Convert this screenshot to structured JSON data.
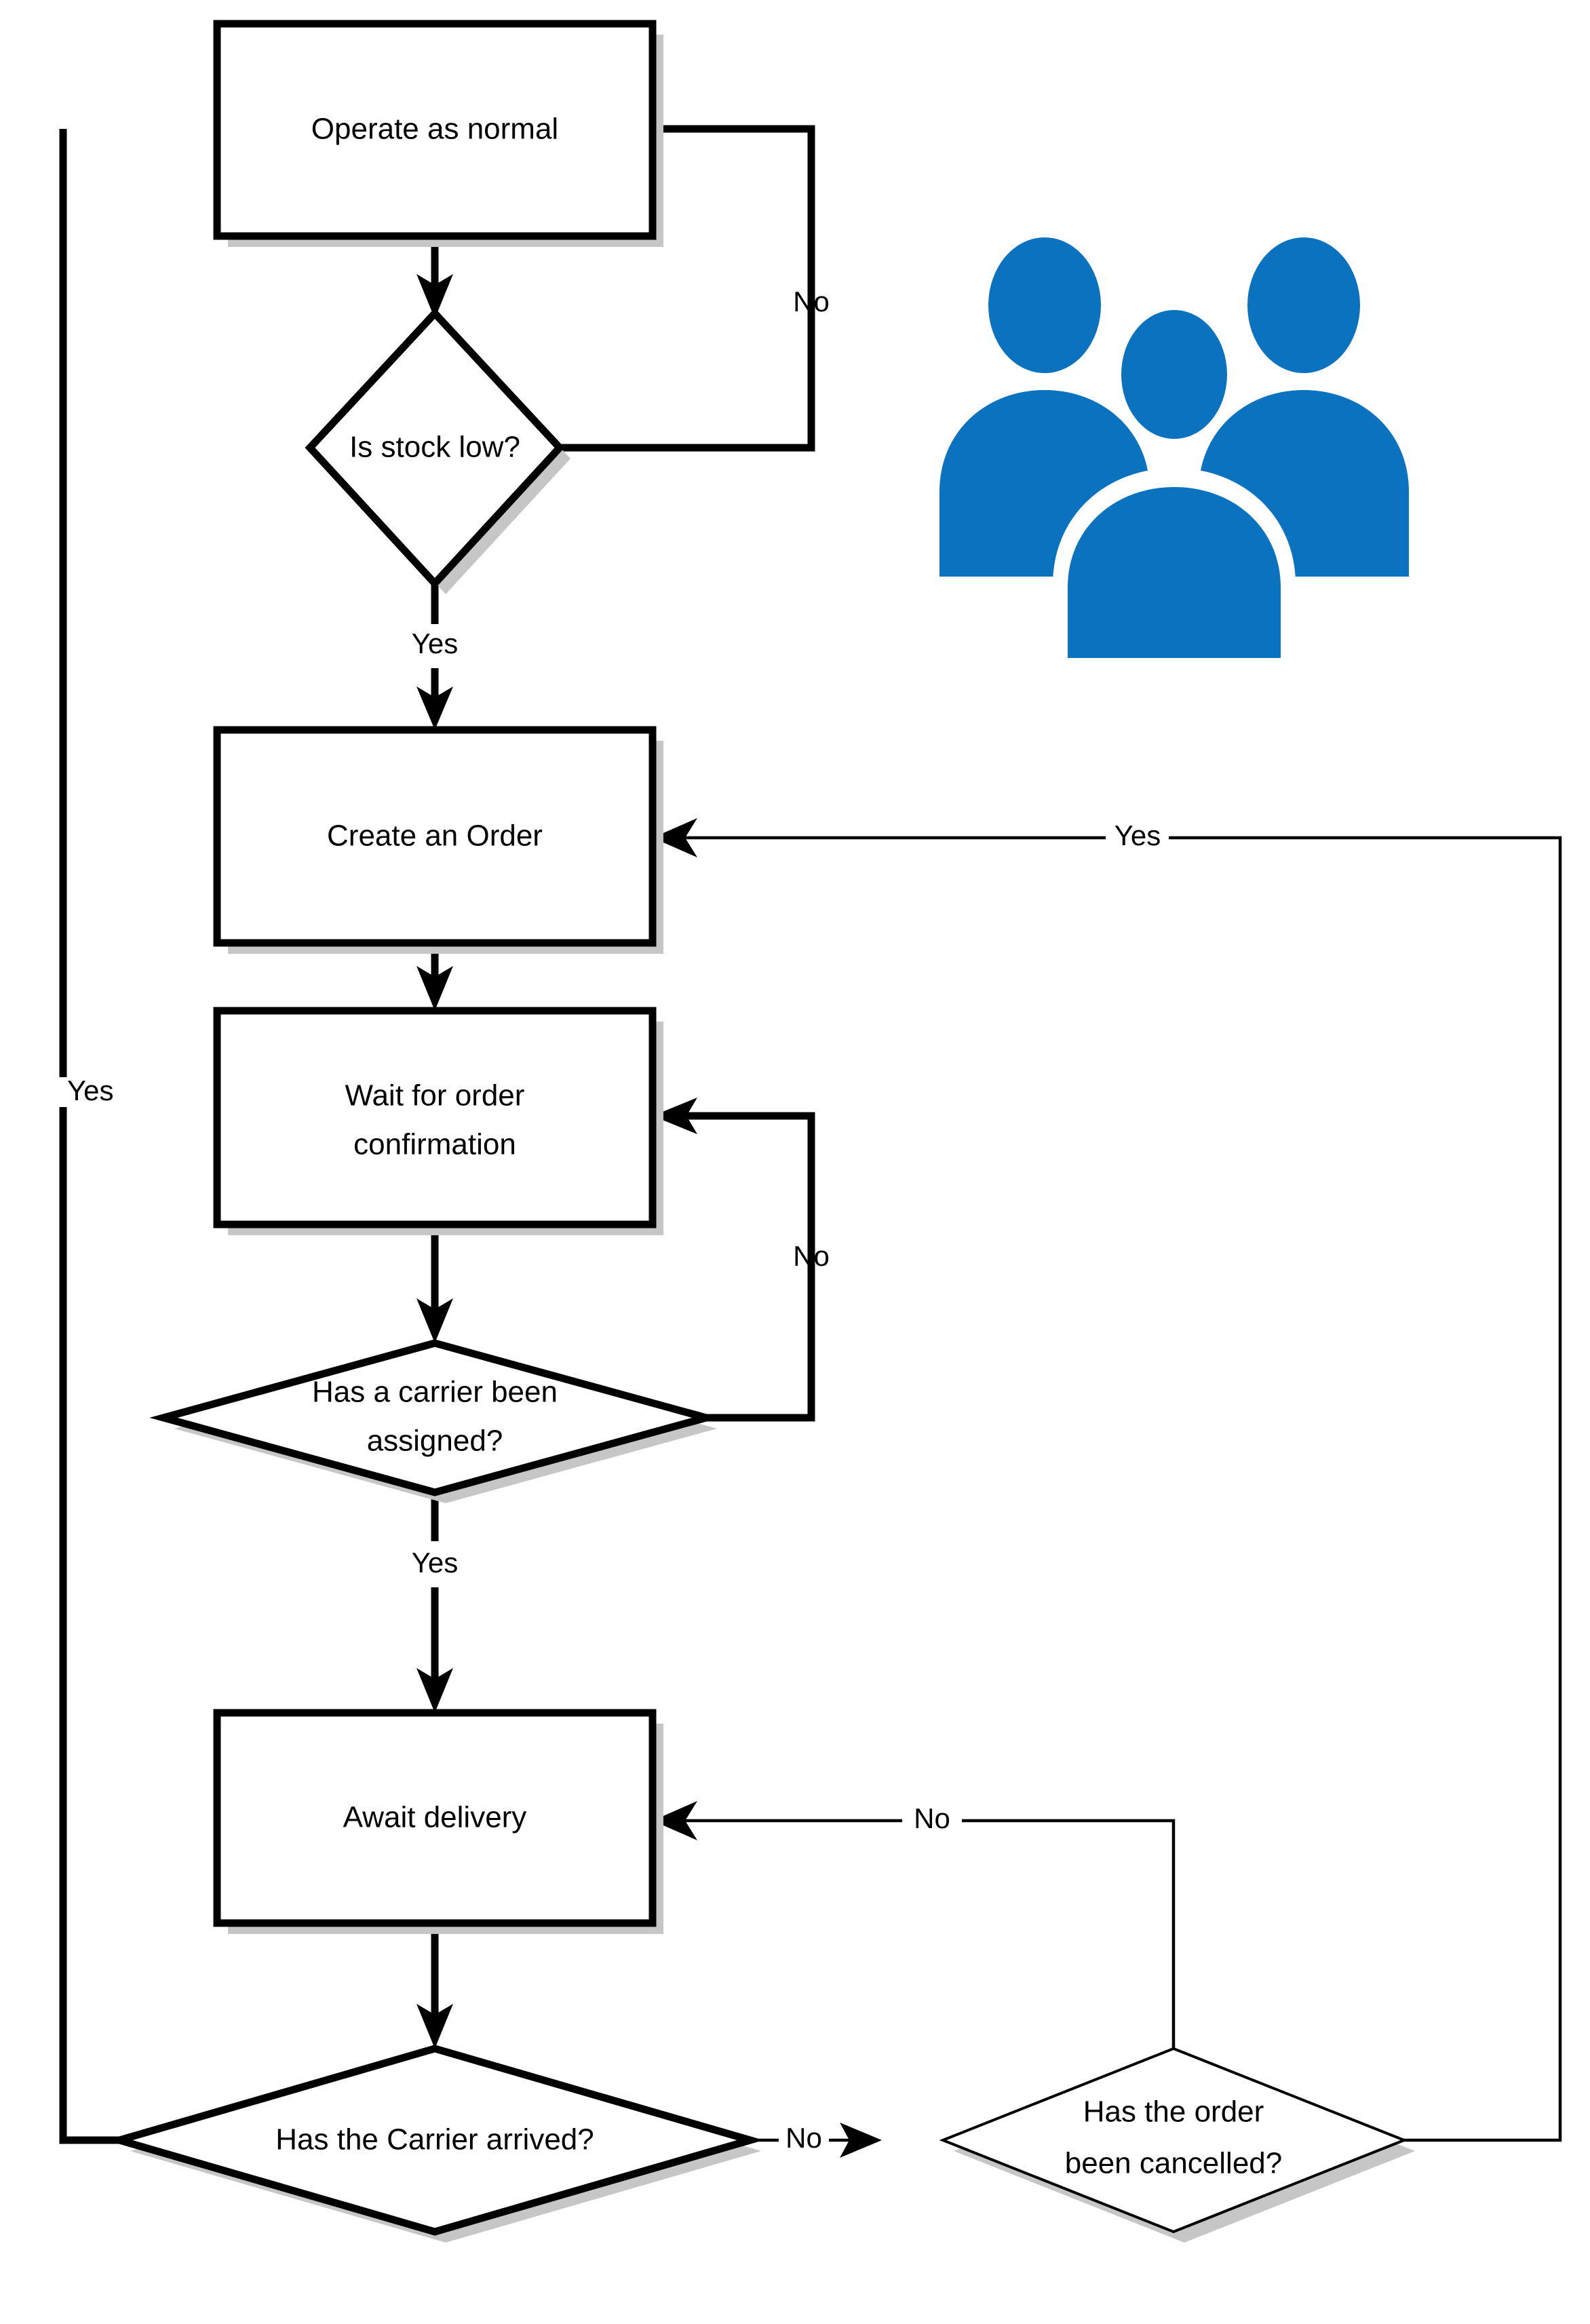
{
  "diagram": {
    "title": "Stock reorder and delivery process flowchart",
    "background_color": "#ffffff",
    "line_color": "#000000",
    "shadow_color": "#c6c6c6",
    "accent_color": "#0a72be"
  },
  "nodes": {
    "operate_as_normal": {
      "label": "Operate as normal",
      "shape": "process"
    },
    "is_stock_low": {
      "label": "Is stock low?",
      "shape": "decision"
    },
    "create_an_order": {
      "label": "Create an Order",
      "shape": "process"
    },
    "wait_for_order_confirmation": {
      "label_line1": "Wait for order",
      "label_line2": "confirmation",
      "shape": "process"
    },
    "has_a_carrier_been_assigned": {
      "label_line1": "Has a carrier been",
      "label_line2": "assigned?",
      "shape": "decision"
    },
    "await_delivery": {
      "label": "Await delivery",
      "shape": "process"
    },
    "has_the_carrier_arrived": {
      "label": "Has the Carrier arrived?",
      "shape": "decision"
    },
    "has_the_order_been_cancelled": {
      "label_line1": "Has the order",
      "label_line2": "been cancelled?",
      "shape": "decision"
    }
  },
  "edge_labels": {
    "stock_low_no": "No",
    "stock_low_yes": "Yes",
    "carrier_assigned_no": "No",
    "carrier_assigned_yes": "Yes",
    "carrier_arrived_yes": "Yes",
    "carrier_arrived_no": "No",
    "order_cancelled_no": "No",
    "order_cancelled_yes": "Yes"
  },
  "icons": {
    "people_group": "people-group-icon"
  }
}
